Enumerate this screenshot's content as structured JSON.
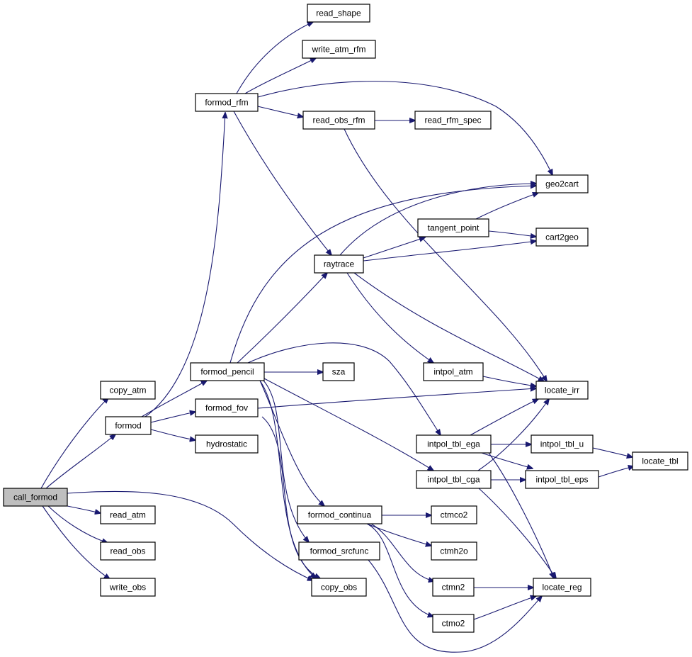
{
  "nodes": [
    {
      "id": "call_formod",
      "label": "call_formod",
      "root": true
    },
    {
      "id": "copy_atm",
      "label": "copy_atm"
    },
    {
      "id": "formod",
      "label": "formod"
    },
    {
      "id": "read_atm",
      "label": "read_atm"
    },
    {
      "id": "read_obs",
      "label": "read_obs"
    },
    {
      "id": "write_obs",
      "label": "write_obs"
    },
    {
      "id": "copy_obs",
      "label": "copy_obs"
    },
    {
      "id": "formod_rfm",
      "label": "formod_rfm"
    },
    {
      "id": "formod_pencil",
      "label": "formod_pencil"
    },
    {
      "id": "formod_fov",
      "label": "formod_fov"
    },
    {
      "id": "hydrostatic",
      "label": "hydrostatic"
    },
    {
      "id": "read_shape",
      "label": "read_shape"
    },
    {
      "id": "write_atm_rfm",
      "label": "write_atm_rfm"
    },
    {
      "id": "read_obs_rfm",
      "label": "read_obs_rfm"
    },
    {
      "id": "read_rfm_spec",
      "label": "read_rfm_spec"
    },
    {
      "id": "geo2cart",
      "label": "geo2cart"
    },
    {
      "id": "raytrace",
      "label": "raytrace"
    },
    {
      "id": "tangent_point",
      "label": "tangent_point"
    },
    {
      "id": "cart2geo",
      "label": "cart2geo"
    },
    {
      "id": "sza",
      "label": "sza"
    },
    {
      "id": "intpol_atm",
      "label": "intpol_atm"
    },
    {
      "id": "locate_irr",
      "label": "locate_irr"
    },
    {
      "id": "intpol_tbl_ega",
      "label": "intpol_tbl_ega"
    },
    {
      "id": "intpol_tbl_cga",
      "label": "intpol_tbl_cga"
    },
    {
      "id": "intpol_tbl_u",
      "label": "intpol_tbl_u"
    },
    {
      "id": "intpol_tbl_eps",
      "label": "intpol_tbl_eps"
    },
    {
      "id": "locate_tbl",
      "label": "locate_tbl"
    },
    {
      "id": "formod_continua",
      "label": "formod_continua"
    },
    {
      "id": "formod_srcfunc",
      "label": "formod_srcfunc"
    },
    {
      "id": "ctmco2",
      "label": "ctmco2"
    },
    {
      "id": "ctmh2o",
      "label": "ctmh2o"
    },
    {
      "id": "ctmn2",
      "label": "ctmn2"
    },
    {
      "id": "ctmo2",
      "label": "ctmo2"
    },
    {
      "id": "locate_reg",
      "label": "locate_reg"
    }
  ],
  "edges": [
    {
      "from": "call_formod",
      "to": "copy_atm"
    },
    {
      "from": "call_formod",
      "to": "formod"
    },
    {
      "from": "call_formod",
      "to": "read_atm"
    },
    {
      "from": "call_formod",
      "to": "read_obs"
    },
    {
      "from": "call_formod",
      "to": "write_obs"
    },
    {
      "from": "call_formod",
      "to": "copy_obs"
    },
    {
      "from": "formod",
      "to": "formod_rfm"
    },
    {
      "from": "formod",
      "to": "formod_pencil"
    },
    {
      "from": "formod",
      "to": "formod_fov"
    },
    {
      "from": "formod",
      "to": "hydrostatic"
    },
    {
      "from": "formod_rfm",
      "to": "read_shape"
    },
    {
      "from": "formod_rfm",
      "to": "write_atm_rfm"
    },
    {
      "from": "formod_rfm",
      "to": "geo2cart"
    },
    {
      "from": "formod_rfm",
      "to": "read_obs_rfm"
    },
    {
      "from": "formod_rfm",
      "to": "raytrace"
    },
    {
      "from": "read_obs_rfm",
      "to": "read_rfm_spec"
    },
    {
      "from": "read_obs_rfm",
      "to": "locate_irr"
    },
    {
      "from": "raytrace",
      "to": "geo2cart"
    },
    {
      "from": "raytrace",
      "to": "tangent_point"
    },
    {
      "from": "raytrace",
      "to": "cart2geo"
    },
    {
      "from": "raytrace",
      "to": "intpol_atm"
    },
    {
      "from": "raytrace",
      "to": "locate_irr"
    },
    {
      "from": "tangent_point",
      "to": "geo2cart"
    },
    {
      "from": "tangent_point",
      "to": "cart2geo"
    },
    {
      "from": "formod_pencil",
      "to": "geo2cart"
    },
    {
      "from": "formod_pencil",
      "to": "raytrace"
    },
    {
      "from": "formod_pencil",
      "to": "sza"
    },
    {
      "from": "formod_pencil",
      "to": "intpol_tbl_ega"
    },
    {
      "from": "formod_pencil",
      "to": "intpol_tbl_cga"
    },
    {
      "from": "formod_pencil",
      "to": "formod_continua"
    },
    {
      "from": "formod_pencil",
      "to": "formod_srcfunc"
    },
    {
      "from": "formod_pencil",
      "to": "copy_obs"
    },
    {
      "from": "formod_fov",
      "to": "locate_irr"
    },
    {
      "from": "formod_fov",
      "to": "copy_obs"
    },
    {
      "from": "intpol_atm",
      "to": "locate_irr"
    },
    {
      "from": "intpol_tbl_ega",
      "to": "locate_irr"
    },
    {
      "from": "intpol_tbl_ega",
      "to": "intpol_tbl_u"
    },
    {
      "from": "intpol_tbl_ega",
      "to": "intpol_tbl_eps"
    },
    {
      "from": "intpol_tbl_ega",
      "to": "locate_reg"
    },
    {
      "from": "intpol_tbl_cga",
      "to": "locate_irr"
    },
    {
      "from": "intpol_tbl_cga",
      "to": "intpol_tbl_eps"
    },
    {
      "from": "intpol_tbl_cga",
      "to": "locate_reg"
    },
    {
      "from": "intpol_tbl_u",
      "to": "locate_tbl"
    },
    {
      "from": "intpol_tbl_eps",
      "to": "locate_tbl"
    },
    {
      "from": "formod_continua",
      "to": "ctmco2"
    },
    {
      "from": "formod_continua",
      "to": "ctmh2o"
    },
    {
      "from": "formod_continua",
      "to": "ctmn2"
    },
    {
      "from": "formod_continua",
      "to": "ctmo2"
    },
    {
      "from": "formod_srcfunc",
      "to": "locate_reg"
    },
    {
      "from": "ctmn2",
      "to": "locate_reg"
    },
    {
      "from": "ctmo2",
      "to": "locate_reg"
    }
  ]
}
